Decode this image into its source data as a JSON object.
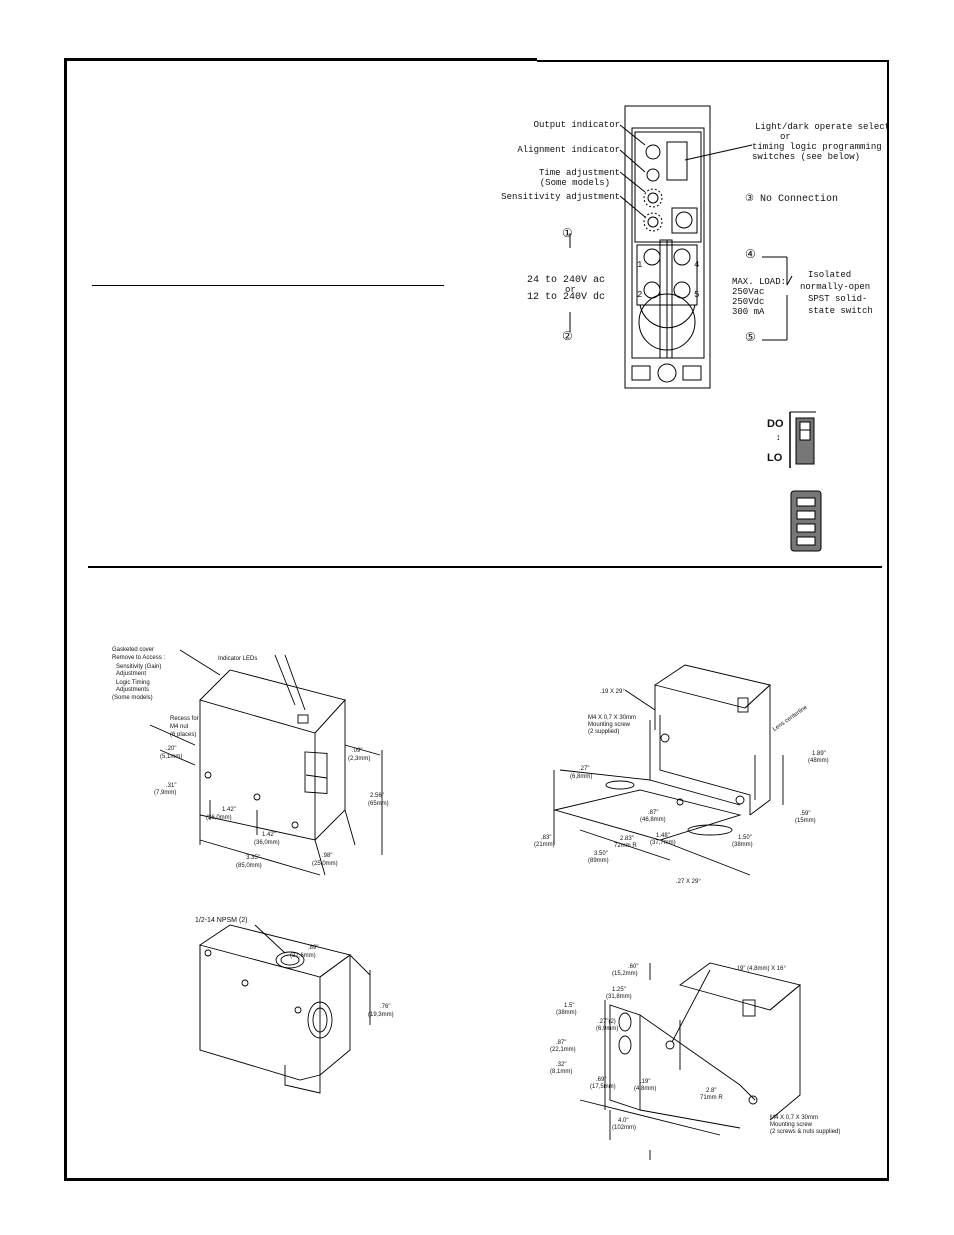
{
  "wiring": {
    "left_labels": [
      "Output indicator",
      "Alignment indicator",
      "Time adjustment",
      "(Some models)",
      "Sensitivity adjustment"
    ],
    "right_label_lines": [
      "Light/dark operate select",
      "or",
      "timing logic programming",
      "switches (see below)"
    ],
    "no_connection": "③ No Connection",
    "terminal_1": "①",
    "terminal_2": "②",
    "terminal_4": "④",
    "terminal_5": "⑤",
    "supply_lines": [
      "24 to 240V ac",
      "or",
      "12 to 240V dc"
    ],
    "max_load_lines": [
      "MAX. LOAD:",
      "250Vac",
      "250Vdc",
      "300 mA"
    ],
    "switch_desc_lines": [
      "Isolated",
      "normally-open",
      "SPST solid-",
      "state switch"
    ],
    "block_numbers": [
      "1",
      "2",
      "4",
      "5"
    ]
  },
  "dip": {
    "do": "DO",
    "lo": "LO"
  },
  "fig1": {
    "cover_lines": [
      "Gasketed cover",
      "Remove to Access :",
      "Sensitivity (Gain)",
      "Adjustment",
      "Logic Timing",
      "Adjustments",
      "(Some models)"
    ],
    "indicator_leds": "Indicator LEDs",
    "recess_lines": [
      "Recess for",
      "M4 nut",
      "(6 places)"
    ],
    "d1": [
      ".20\"",
      "(5,1mm)"
    ],
    "d2": [
      ".31\"",
      "(7,9mm)"
    ],
    "d3": [
      ".09\"",
      "(2,3mm)"
    ],
    "d4": [
      "2.56\"",
      "(65mm)"
    ],
    "d5": [
      "1.42\"",
      "(36,0mm)"
    ],
    "d6": [
      "1.42\"",
      "(36,0mm)"
    ],
    "d7": [
      "3.35\"",
      "(85,0mm)"
    ],
    "d8": [
      ".98\"",
      "(25,0mm)"
    ]
  },
  "fig2": {
    "npsm": "1/2-14 NPSM (2)",
    "d1": [
      ".89\"",
      "(22,6mm)"
    ],
    "d2": [
      ".76\"",
      "(19,3mm)"
    ]
  },
  "fig3": {
    "slot": ".19 X 29°",
    "screw_lines": [
      "M4 X 0,7 X 30mm",
      "Mounting screw",
      "(2 supplied)"
    ],
    "lens": "Lens centerline",
    "d1": [
      ".27\"",
      "(6,8mm)"
    ],
    "d2": [
      ".87\"",
      "(46,8mm)"
    ],
    "d3": [
      "1.89\"",
      "(48mm)"
    ],
    "d4": [
      ".59\"",
      "(15mm)"
    ],
    "d5": [
      ".83\"",
      "(21mm)"
    ],
    "d6": [
      "2.83\"",
      "72mm R"
    ],
    "d7": [
      "1.48\"",
      "(37,7mm)"
    ],
    "d8": [
      "1.50\"",
      "(38mm)"
    ],
    "d9": [
      "3.50\"",
      "(89mm)"
    ],
    "d10": ".27 X 29°"
  },
  "fig4": {
    "slot": ".19\" (4,8mm) X 16°",
    "d1": [
      ".60\"",
      "(15,2mm)"
    ],
    "d2": [
      "1.25\"",
      "(31,8mm)"
    ],
    "d3": [
      "1.5\"",
      "(38mm)"
    ],
    "d4": [
      ".27\"(2)",
      "(6,9mm)"
    ],
    "d5": [
      ".87\"",
      "(22,1mm)"
    ],
    "d6": [
      ".32\"",
      "(8,1mm)"
    ],
    "d7": [
      ".69\"",
      "(17,5mm)"
    ],
    "d8": [
      ".19\"",
      "(4,8mm)"
    ],
    "d9": [
      "2.8\"",
      "71mm R"
    ],
    "d10": [
      "4.0\"",
      "(102mm)"
    ],
    "screw_lines": [
      "M4 X 0,7 X 30mm",
      "Mounting screw",
      "(2 screws & nuts supplied)"
    ]
  }
}
